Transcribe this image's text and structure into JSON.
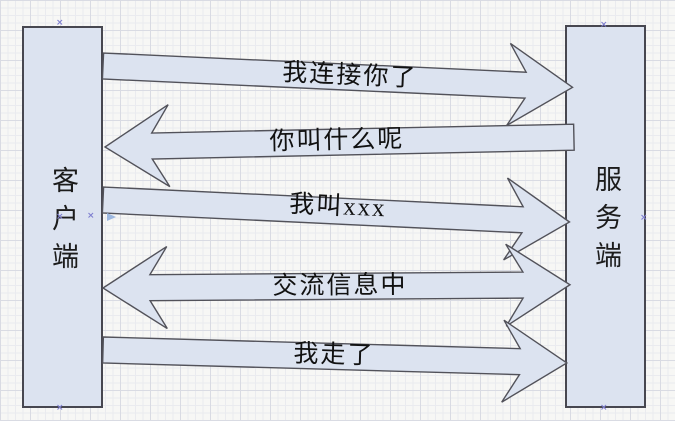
{
  "boxes": {
    "client": {
      "label": "客户端"
    },
    "server": {
      "label": "服务端"
    }
  },
  "messages": [
    {
      "text": "我连接你了",
      "direction": "right"
    },
    {
      "text": "你叫什么呢",
      "direction": "left"
    },
    {
      "text": "我叫xxx",
      "direction": "right"
    },
    {
      "text": "交流信息中",
      "direction": "both"
    },
    {
      "text": "我走了",
      "direction": "right"
    }
  ],
  "colors": {
    "shape_fill": "#dce3f0",
    "shape_border": "#474750",
    "label_text": "#111111",
    "canvas_bg": "#f7f7f5",
    "grid_minor": "#eaebef",
    "grid_major": "#d9dbe3",
    "handle_blue": "#7f7fd0"
  },
  "decorations": {
    "connection_x_mark": "×"
  }
}
